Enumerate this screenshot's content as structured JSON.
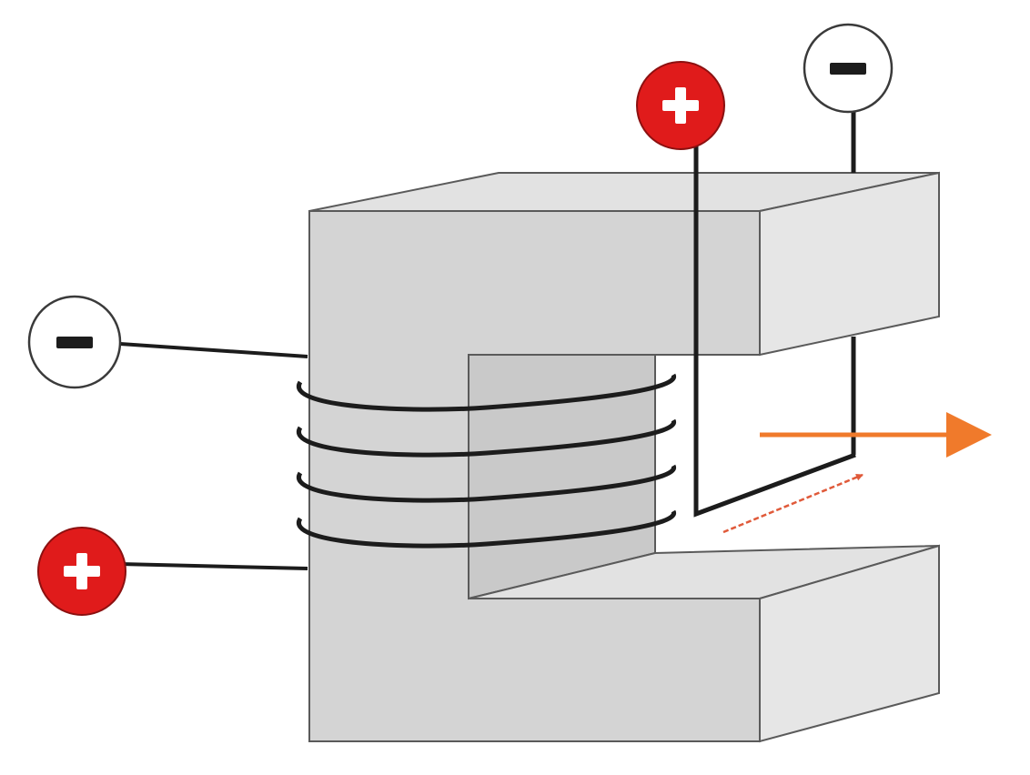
{
  "diagram": {
    "colors": {
      "background": "#ffffff",
      "core_front": "#d4d4d4",
      "core_top": "#e2e2e2",
      "core_side": "#e6e6e6",
      "core_inner_face": "#c9c9c9",
      "edge": "#5a5a5a",
      "wire": "#1c1c1c",
      "positive_terminal": "#e01b1b",
      "negative_terminal": "#ffffff",
      "force_arrow": "#f07a2b",
      "current_arrow": "#e05a3a"
    },
    "terminals": [
      {
        "id": "coil-negative",
        "sign": "−",
        "polarity": "negative"
      },
      {
        "id": "coil-positive",
        "sign": "+",
        "polarity": "positive"
      },
      {
        "id": "loop-positive",
        "sign": "+",
        "polarity": "positive"
      },
      {
        "id": "loop-negative",
        "sign": "−",
        "polarity": "negative"
      }
    ],
    "coil_turns": 4,
    "icons": {
      "core": "electromagnet-core-icon",
      "coil": "coil-winding-icon",
      "loop": "wire-loop-icon",
      "force": "force-arrow-icon",
      "current": "current-arrow-icon"
    }
  }
}
